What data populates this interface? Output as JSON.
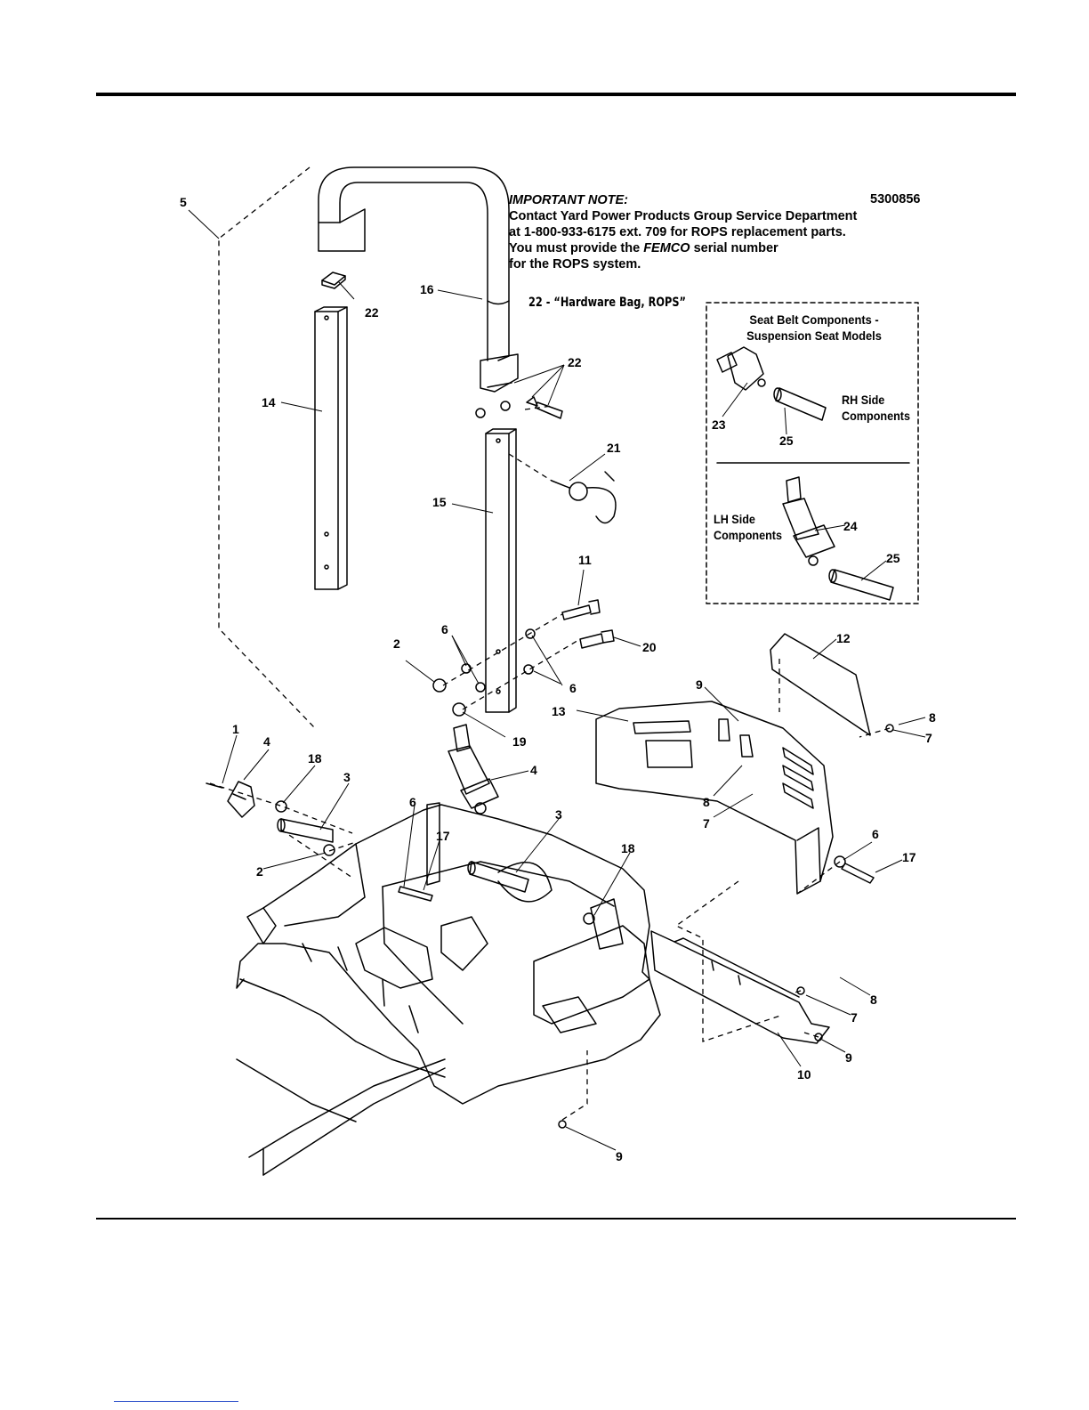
{
  "note": {
    "heading": "IMPORTANT NOTE:",
    "line1": "Contact Yard Power Products Group Service Department",
    "line2": "at 1-800-933-6175 ext. 709 for ROPS replacement parts.",
    "line3_pre": "You must provide the ",
    "line3_em": "FEMCO",
    "line3_post": " serial number",
    "line4": "for the ROPS system."
  },
  "diagram_number": "5300856",
  "hardware_bag": "22 - “Hardware Bag, ROPS”",
  "inset": {
    "title_line1": "Seat Belt Components -",
    "title_line2": "Suspension Seat Models",
    "rh_line1": "RH Side",
    "rh_line2": "Components",
    "lh_line1": "LH Side",
    "lh_line2": "Components"
  },
  "callouts": {
    "c5": "5",
    "c22a": "22",
    "c16": "16",
    "c14": "14",
    "c22b": "22",
    "c15": "15",
    "c21": "21",
    "c11": "11",
    "c20": "20",
    "c2a": "2",
    "c6a": "6",
    "c6b": "6",
    "c19": "19",
    "c12": "12",
    "c9a": "9",
    "c13": "13",
    "c8a": "8",
    "c7a": "7",
    "c1": "1",
    "c4a": "4",
    "c18a": "18",
    "c3a": "3",
    "c4b": "4",
    "c8b": "8",
    "c7b": "7",
    "c2b": "2",
    "c6c": "6",
    "c17a": "17",
    "c3b": "3",
    "c18b": "18",
    "c6d": "6",
    "c17b": "17",
    "c8c": "8",
    "c7c": "7",
    "c9b": "9",
    "c10": "10",
    "c9c": "9",
    "c23": "23",
    "c25a": "25",
    "c24": "24",
    "c25b": "25"
  }
}
